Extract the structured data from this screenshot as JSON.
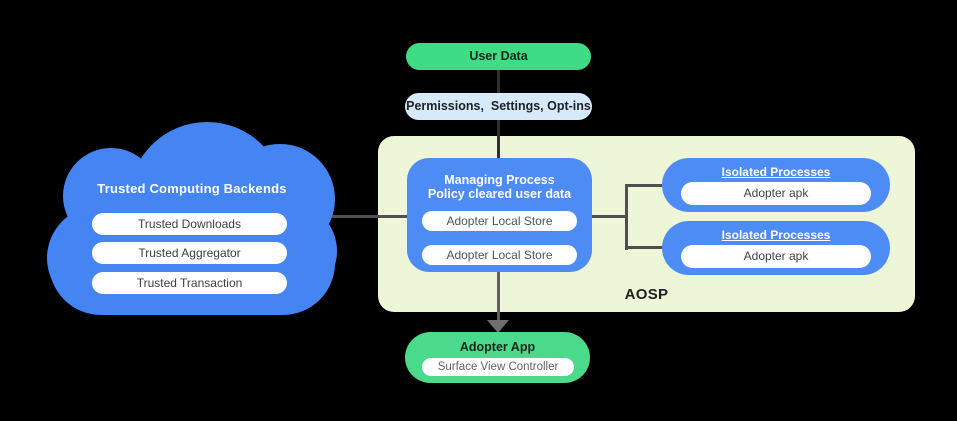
{
  "colors": {
    "background": "#000000",
    "cloud_blue": "#4584f3",
    "process_blue": "#4d8bf5",
    "user_data_green": "#3edc84",
    "adopter_green": "#4bda8b",
    "permissions_light_blue": "#d7eafc",
    "aosp_background": "#eef6d8",
    "connector_gray": "#4f4f4f",
    "pill_white": "#ffffff",
    "dark_text": "#202124"
  },
  "cloud": {
    "title": "Trusted Computing Backends",
    "pills": [
      "Trusted Downloads",
      "Trusted Aggregator",
      "Trusted Transaction"
    ]
  },
  "flow": {
    "user_data": {
      "label": "User Data"
    },
    "permissions": {
      "label": "Permissions,  Settings, Opt-ins"
    }
  },
  "aosp": {
    "label": "AOSP",
    "managing": {
      "title_line1": "Managing Process",
      "title_line2": "Policy cleared user data",
      "pills": [
        "Adopter Local Store",
        "Adopter Local Store"
      ]
    },
    "isolated": [
      {
        "title": "Isolated Processes",
        "pill": "Adopter apk"
      },
      {
        "title": "Isolated Processes",
        "pill": "Adopter apk"
      }
    ]
  },
  "adopter_app": {
    "title": "Adopter App",
    "pill": "Surface View Controller"
  }
}
